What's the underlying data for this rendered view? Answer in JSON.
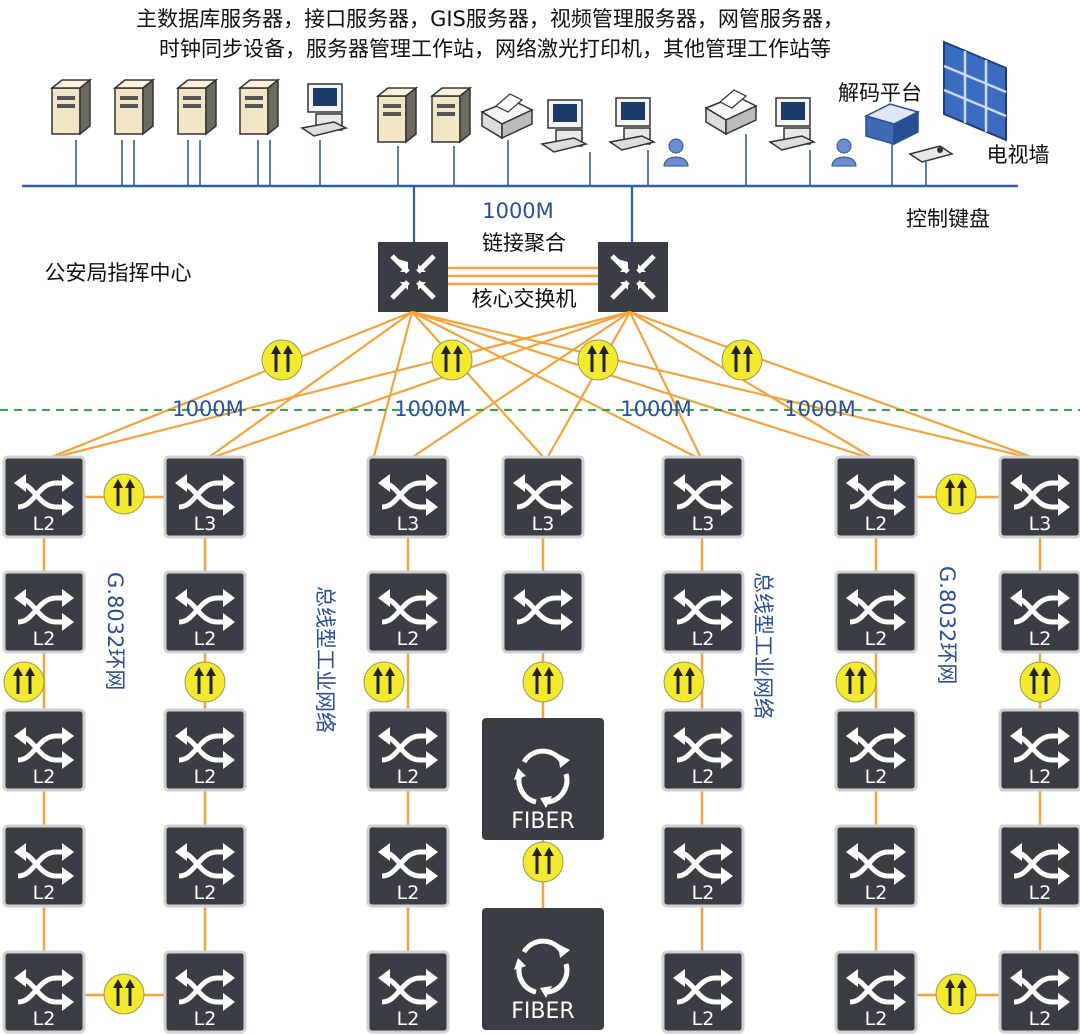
{
  "header": {
    "line1": "主数据库服务器，接口服务器，GIS服务器，视频管理服务器，网管服务器，",
    "line2": "时钟同步设备，服务器管理工作站，网络激光打印机，其他管理工作站等"
  },
  "labels": {
    "decode_platform": "解码平台",
    "tv_wall": "电视墙",
    "control_keyboard": "控制键盘",
    "link_speed": "1000M",
    "link_aggregation": "链接聚合",
    "command_center": "公安局指挥中心",
    "core_switch": "核心交换机",
    "uplink_speed": "1000M",
    "ring_g8032": "G.8032环网",
    "bus_network": "总线型工业网络",
    "fiber": "FIBER"
  },
  "switch_layers": {
    "l2": "L2",
    "l3": "L3"
  },
  "top_row": [
    "L2",
    "L3",
    "L3",
    "L3",
    "L3",
    "L2",
    "L3"
  ],
  "colors": {
    "switch_fill": "#3b3d44",
    "orange_link": "#f5a33a",
    "blue_bus": "#2f5ea8",
    "label_blue": "#2b4e9b",
    "arrow_badge": "#f3ea2e",
    "green_dash": "#3aa648"
  }
}
